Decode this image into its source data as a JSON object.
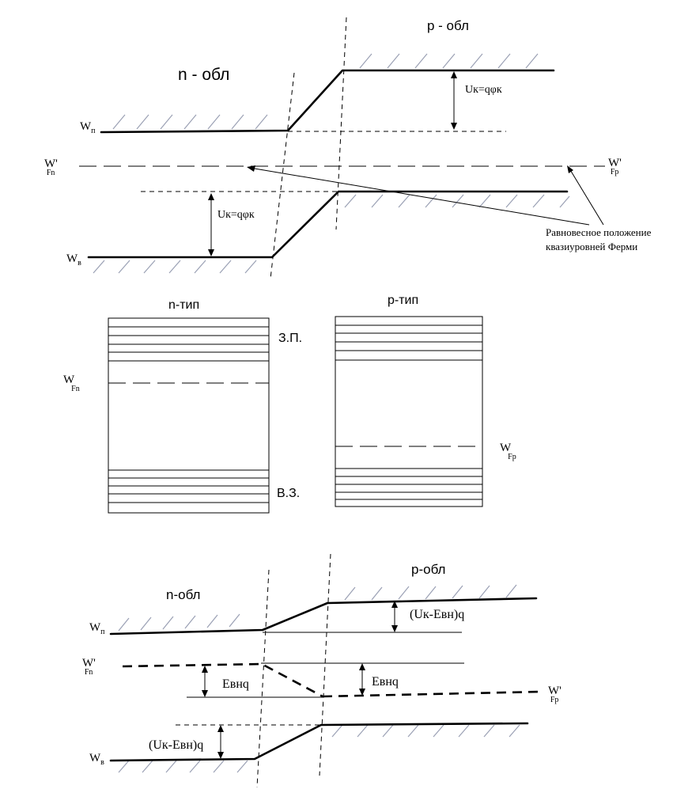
{
  "top": {
    "n_region": "n - обл",
    "p_region": "p - обл",
    "W_c": "W",
    "W_c_sub": "п",
    "W_v": "W",
    "W_v_sub": "в",
    "fermi_n": "W'",
    "fermi_n_sub": "Fn",
    "fermi_p": "W'",
    "fermi_p_sub": "Fp",
    "barrier_upper": "Uк=qφк",
    "barrier_lower": "Uк=qφк",
    "note_line1": "Равновесное положение",
    "note_line2": "квазиуровней Ферми"
  },
  "middle": {
    "n_type": "n-тип",
    "p_type": "p-тип",
    "conduction_band": "З.П.",
    "valence_band": "В.З.",
    "fermi_n": "W",
    "fermi_n_sub": "Fn",
    "fermi_p": "W",
    "fermi_p_sub": "Fp"
  },
  "bottom": {
    "n_region": "n-обл",
    "p_region": "p-обл",
    "W_c": "W",
    "W_c_sub": "п",
    "W_v": "W",
    "W_v_sub": "в",
    "fermi_n": "W'",
    "fermi_n_sub": "Fn",
    "fermi_p": "W'",
    "fermi_p_sub": "Fp",
    "barrier_upper": "(Uк-Eвн)q",
    "barrier_lower": "(Uк-Eвн)q",
    "shift_left": "Eвнq",
    "shift_right": "Eвнq"
  }
}
